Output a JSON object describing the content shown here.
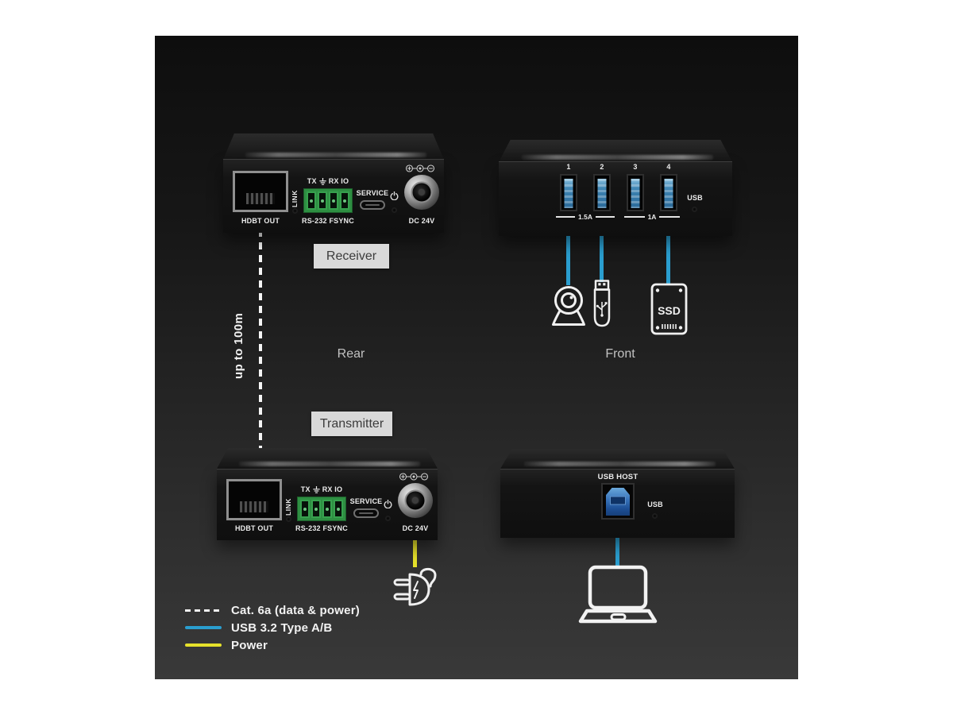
{
  "colors": {
    "background": "#ffffff",
    "panel_top": "#0e0e0e",
    "panel_bottom": "#393939",
    "cat6a_line": "#f5f5f5",
    "usb_line": "#2a9ecf",
    "power_line": "#e6e12b",
    "label_box_bg": "#d9d9d9",
    "label_box_text": "#3c3c3c",
    "terminal_green": "#2e8f42"
  },
  "section_labels": {
    "receiver": "Receiver",
    "transmitter": "Transmitter",
    "rear": "Rear",
    "front": "Front",
    "distance": "up to 100m"
  },
  "rear_panel": {
    "hdbt_out": "HDBT OUT",
    "link": "LINK",
    "tx": "TX",
    "rx_io": "RX IO",
    "rs232_fsync": "RS-232 FSYNC",
    "service": "SERVICE",
    "dc_24v": "DC 24V"
  },
  "receiver_front": {
    "port_numbers": [
      "1",
      "2",
      "3",
      "4"
    ],
    "group1_current": "1.5A",
    "group2_current": "1A",
    "usb_led_label": "USB"
  },
  "transmitter_front": {
    "usb_host": "USB HOST",
    "usb_led_label": "USB"
  },
  "peripherals": {
    "ssd_label": "SSD"
  },
  "legend": [
    {
      "label": "Cat. 6a (data & power)",
      "style": "dashed-white"
    },
    {
      "label": "USB 3.2 Type A/B",
      "style": "solid-blue"
    },
    {
      "label": "Power",
      "style": "solid-yellow"
    }
  ],
  "icons": {
    "webcam": "webcam-icon",
    "usb_flash_drive": "usb-flash-drive-icon",
    "ssd": "ssd-icon",
    "power_plug": "power-plug-icon",
    "laptop": "laptop-icon",
    "ground": "ground-icon",
    "power_button": "power-icon",
    "dc_polarity": "dc-polarity-icon"
  }
}
